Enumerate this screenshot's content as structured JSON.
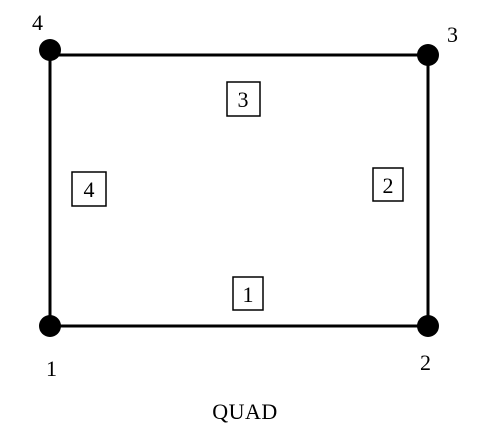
{
  "nodes": [
    {
      "id": "node-1",
      "label": "1"
    },
    {
      "id": "node-2",
      "label": "2"
    },
    {
      "id": "node-3",
      "label": "3"
    },
    {
      "id": "node-4",
      "label": "4"
    }
  ],
  "edges": [
    {
      "id": "edge-1",
      "label": "1",
      "from": "node-1",
      "to": "node-2"
    },
    {
      "id": "edge-2",
      "label": "2",
      "from": "node-2",
      "to": "node-3"
    },
    {
      "id": "edge-3",
      "label": "3",
      "from": "node-3",
      "to": "node-4"
    },
    {
      "id": "edge-4",
      "label": "4",
      "from": "node-4",
      "to": "node-1"
    }
  ],
  "caption": "QUAD",
  "colors": {
    "ink": "#000000",
    "background": "#ffffff"
  }
}
